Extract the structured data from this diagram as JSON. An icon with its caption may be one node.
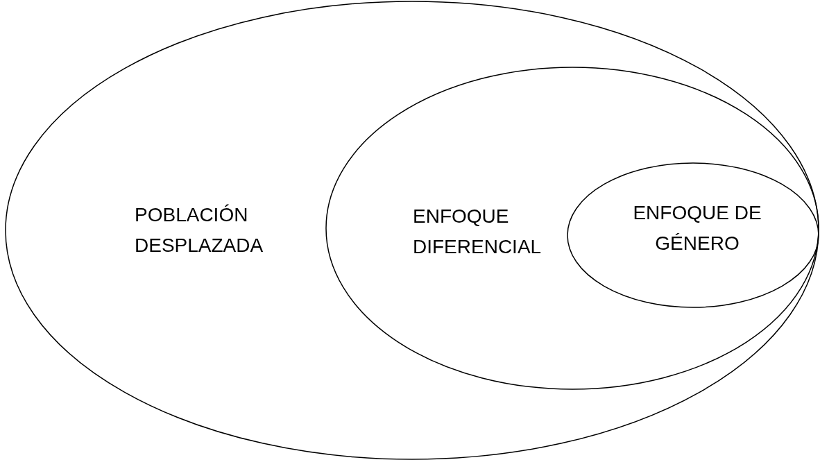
{
  "diagram": {
    "nodes": [
      {
        "text": [
          "POBLACIÓN DESPLAZADA"
        ]
      },
      {
        "text": [
          "ENFOQUE DIFERENCIAL"
        ],
        "in": 0
      },
      {
        "text": [
          "ENFOQUE DE GÉNERO"
        ],
        "in": 1
      }
    ]
  }
}
